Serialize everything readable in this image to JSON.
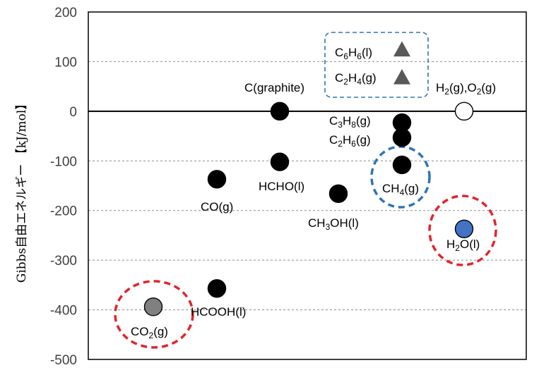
{
  "chart_data": {
    "type": "scatter",
    "title": "",
    "ylabel": "Gibbs自由エネルギー 【kJ/mol】",
    "ylim": [
      -500,
      200
    ],
    "yticks": [
      200,
      100,
      0,
      -100,
      -200,
      -300,
      -400,
      -500
    ],
    "grid": "dashed horizontal",
    "points": [
      {
        "name": "CO2(g)",
        "x": 1,
        "y": -394,
        "marker": "circle",
        "color": "#808080",
        "highlight": "#e3242b"
      },
      {
        "name": "CO(g)",
        "x": 2,
        "y": -137,
        "marker": "circle",
        "color": "#000000"
      },
      {
        "name": "HCOOH(l)",
        "x": 2,
        "y": -357,
        "marker": "circle",
        "color": "#000000"
      },
      {
        "name": "C(graphite)",
        "x": 3,
        "y": 0,
        "marker": "circle",
        "color": "#000000"
      },
      {
        "name": "HCHO(l)",
        "x": 3,
        "y": -102,
        "marker": "circle",
        "color": "#000000"
      },
      {
        "name": "CH3OH(l)",
        "x": 4,
        "y": -166,
        "marker": "circle",
        "color": "#000000"
      },
      {
        "name": "C3H8(g)",
        "x": 5,
        "y": -23,
        "marker": "circle",
        "color": "#000000"
      },
      {
        "name": "C2H6(g)",
        "x": 5,
        "y": -53,
        "marker": "circle",
        "color": "#000000"
      },
      {
        "name": "CH4(g)",
        "x": 5,
        "y": -108,
        "marker": "circle",
        "color": "#000000",
        "highlight": "#2e75b6"
      },
      {
        "name": "C6H6(l)",
        "x": 5,
        "y": 124,
        "marker": "triangle",
        "color": "#595959"
      },
      {
        "name": "C2H4(g)",
        "x": 5,
        "y": 68,
        "marker": "triangle",
        "color": "#595959"
      },
      {
        "name": "H2(g),O2(g)",
        "x": 6,
        "y": 0,
        "marker": "circle",
        "color": "#ffffff"
      },
      {
        "name": "H2O(l)",
        "x": 6,
        "y": -237,
        "marker": "circle",
        "color": "#4472c4",
        "highlight": "#e3242b"
      }
    ]
  },
  "labels": {
    "co2": {
      "a": "CO",
      "s1": "2",
      "b": "(g)"
    },
    "co": {
      "a": "CO(g)"
    },
    "hcooh": {
      "a": "HCOOH(l)"
    },
    "graphite": {
      "a": "C(graphite)"
    },
    "hcho": {
      "a": "HCHO(l)"
    },
    "ch3oh": {
      "a": "CH",
      "s1": "3",
      "b": "OH(l)"
    },
    "c3h8": {
      "a": "C",
      "s1": "3",
      "b": "H",
      "s2": "8",
      "c": "(g)"
    },
    "c2h6": {
      "a": "C",
      "s1": "2",
      "b": "H",
      "s2": "6",
      "c": "(g)"
    },
    "ch4": {
      "a": "CH",
      "s1": "4",
      "b": "(g)"
    },
    "c6h6": {
      "a": "C",
      "s1": "6",
      "b": "H",
      "s2": "6",
      "c": "(l)"
    },
    "c2h4": {
      "a": "C",
      "s1": "2",
      "b": "H",
      "s2": "4",
      "c": "(g)"
    },
    "h2o2": {
      "a": "H",
      "s1": "2",
      "b": "(g),O",
      "s2": "2",
      "c": "(g)"
    },
    "h2o": {
      "a": "H",
      "s1": "2",
      "b": "O(l)"
    }
  }
}
